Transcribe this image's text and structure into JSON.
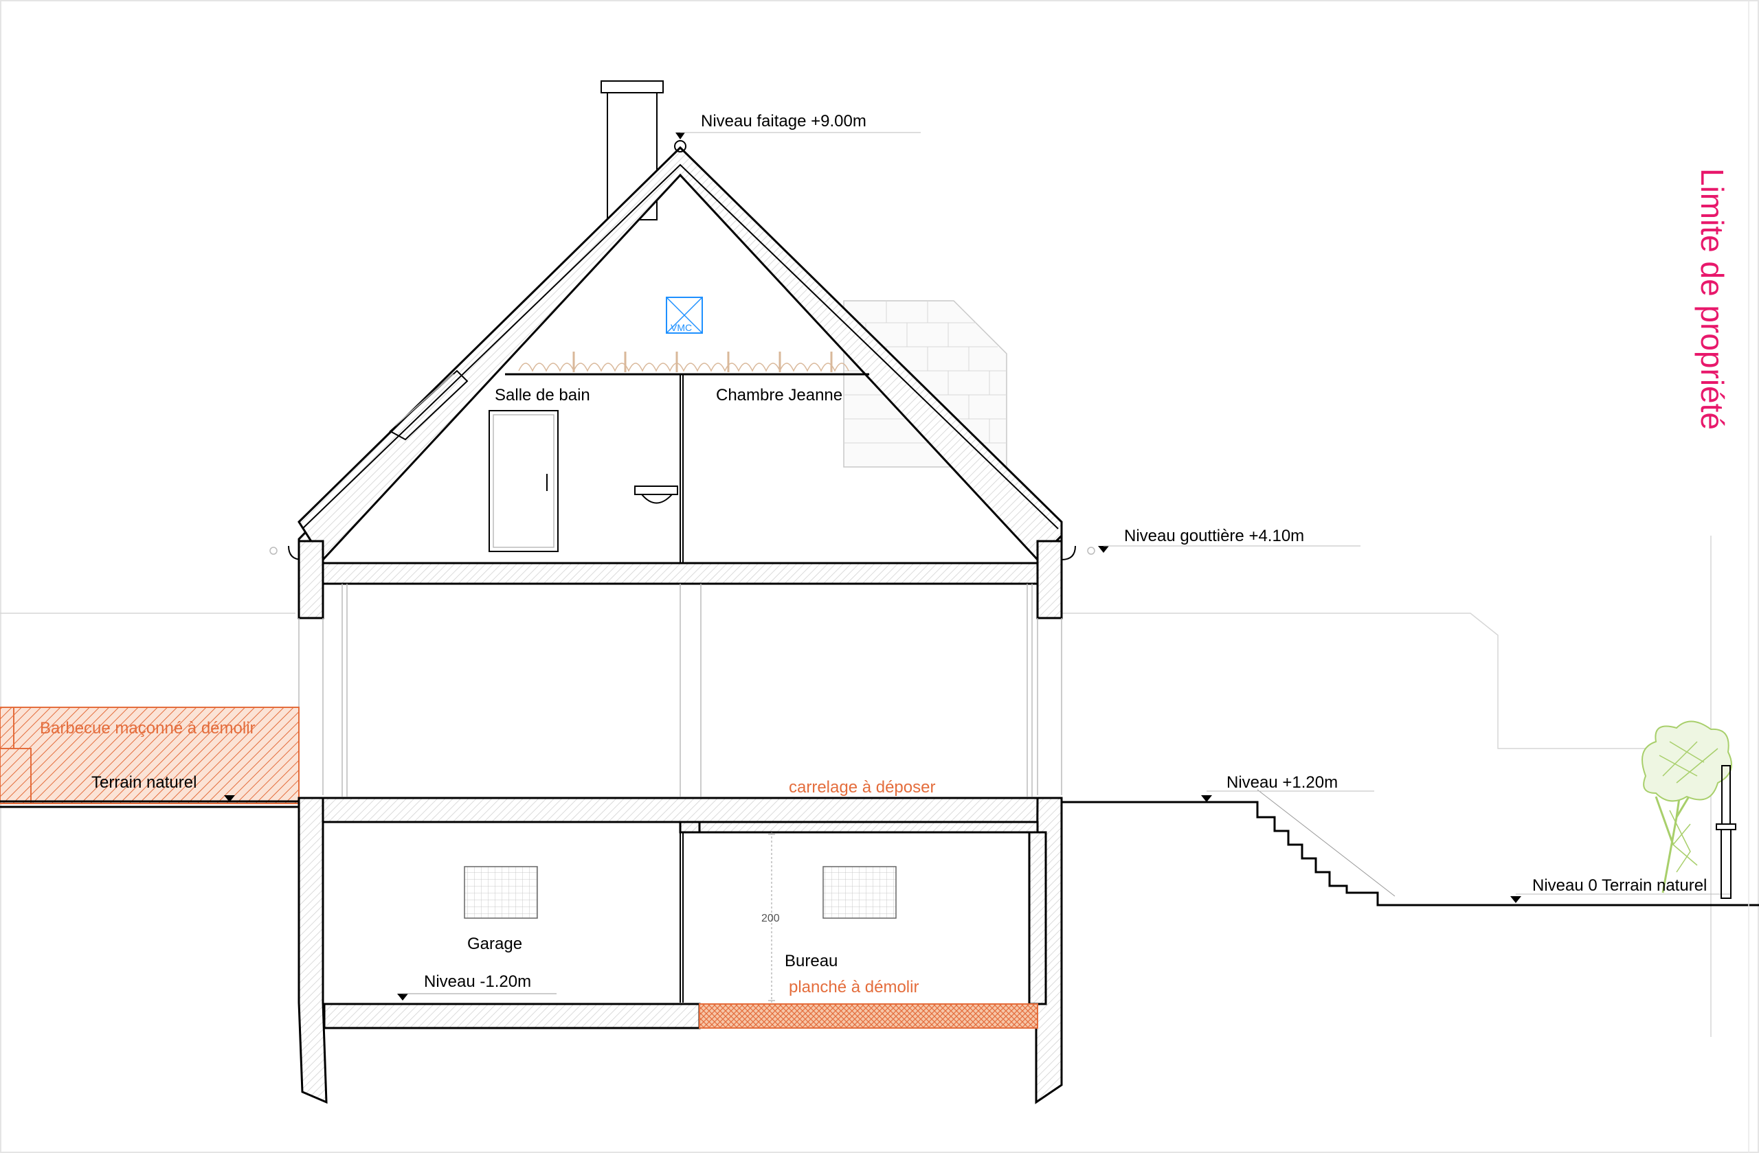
{
  "labels": {
    "ridge_level": "Niveau faitage +9.00m",
    "gutter_level": "Niveau gouttière +4.10m",
    "bathroom": "Salle de bain",
    "bedroom": "Chambre Jeanne",
    "vmc": "VMC",
    "bbq": "Barbecue maçonné à démolir",
    "natural_ground_left": "Terrain naturel",
    "tiling": "carrelage à déposer",
    "level_plus": "Niveau  +1.20m",
    "level_zero": "Niveau 0 Terrain naturel",
    "garage": "Garage",
    "office": "Bureau",
    "level_minus": "Niveau  -1.20m",
    "floor_demolish": "planché à démolir",
    "dimension_200": "200",
    "property_limit": "Limite de propriété"
  },
  "colors": {
    "demolish_orange": "#e46d3c",
    "limit_pink": "#e8186b",
    "vmc_blue": "#1e90ff",
    "tree_green": "#a8cf6b"
  }
}
